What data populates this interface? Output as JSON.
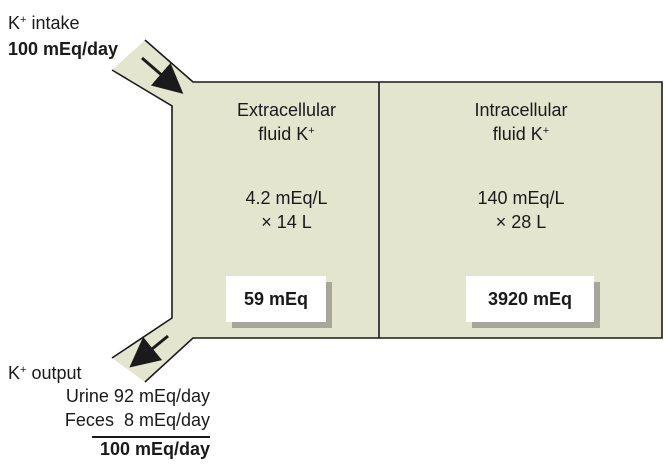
{
  "intake": {
    "title": "K",
    "title_sup": "+",
    "title_rest": " intake",
    "rate": "100 mEq/day"
  },
  "extracellular": {
    "title_line1": "Extracellular",
    "title_line2": "fluid K",
    "title_sup": "+",
    "concentration": "4.2 mEq/L",
    "volume": "× 14 L",
    "amount": "59 mEq"
  },
  "intracellular": {
    "title_line1": "Intracellular",
    "title_line2": "fluid K",
    "title_sup": "+",
    "concentration": "140 mEq/L",
    "volume": "× 28 L",
    "amount": "3920 mEq"
  },
  "output": {
    "title": "K",
    "title_sup": "+",
    "title_rest": " output",
    "urine": "Urine 92 mEq/day",
    "feces": "Feces  8 mEq/day",
    "total": "100 mEq/day"
  },
  "colors": {
    "compartment_fill": "#e3e5cf",
    "outline": "#1a1a1a",
    "shadow": "#a6a79a"
  }
}
